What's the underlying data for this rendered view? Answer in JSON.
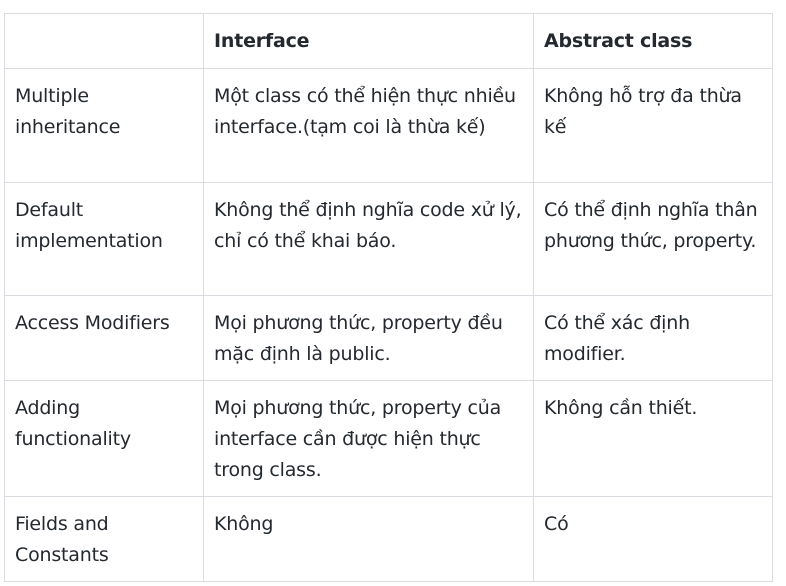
{
  "table": {
    "headers": [
      "",
      "Interface",
      "Abstract class"
    ],
    "rows": [
      [
        "Multiple inheritance",
        "Một class có thể hiện thực nhiều interface.(tạm coi là thừa kế)",
        "Không hỗ trợ đa thừa kế"
      ],
      [
        "Default implementation",
        "Không thể định nghĩa code xử lý, chỉ có thể khai báo.",
        "Có thể định nghĩa thân phương thức, property."
      ],
      [
        "Access Modifiers",
        "Mọi phương thức, property đều mặc định là public.",
        "Có thể xác định modifier."
      ],
      [
        "Adding functionality",
        "Mọi phương thức, property của interface cần được hiện thực trong class.",
        "Không cần thiết."
      ],
      [
        "Fields and Constants",
        "Không",
        "Có"
      ]
    ]
  }
}
